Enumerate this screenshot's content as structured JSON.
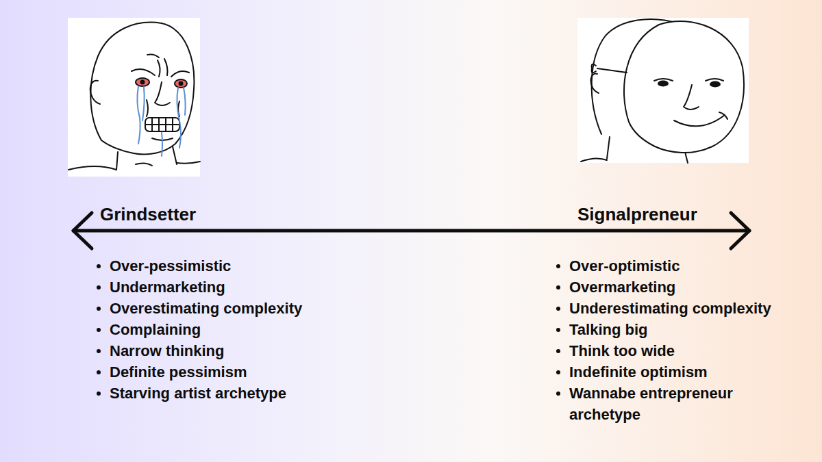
{
  "diagram": {
    "labels": [
      "Grindsetter",
      "Over-pessimistic",
      "Undermarketing",
      "Overestimating complexity",
      "Complaining",
      "Narrow thinking",
      "Definite pessimism",
      "Starving artist archetype",
      "Signalpreneur",
      "Over-optimistic",
      "Overmarketing",
      "Underestimating complexity",
      "Talking big",
      "Think too wide",
      "Indefinite optimism",
      "Wannabe entrepreneur archetype"
    ]
  }
}
